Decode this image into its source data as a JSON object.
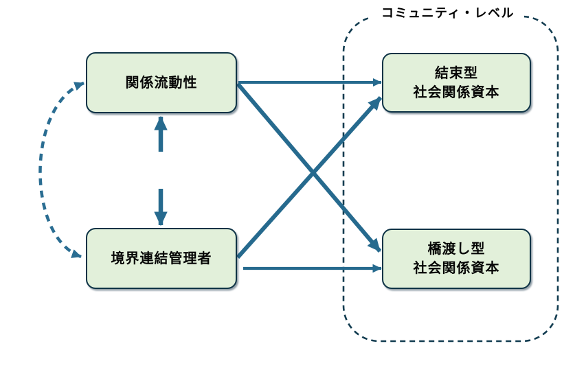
{
  "community": {
    "label": "コミュニティ・レベル"
  },
  "nodes": {
    "relational_mobility": {
      "label": "関係流動性"
    },
    "boundary_spanning_manager": {
      "label": "境界連結管理者"
    },
    "bonding_social_capital": {
      "line1": "結束型",
      "line2": "社会関係資本"
    },
    "bridging_social_capital": {
      "line1": "橋渡し型",
      "line2": "社会関係資本"
    }
  },
  "edges": [
    {
      "name": "relational-mobility-to-bonding-social-capital",
      "style": "solid-arrow"
    },
    {
      "name": "relational-mobility-to-bridging-social-capital",
      "style": "solid-arrow"
    },
    {
      "name": "boundary-spanning-manager-to-bonding-social-capital",
      "style": "solid-arrow"
    },
    {
      "name": "boundary-spanning-manager-to-bridging-social-capital",
      "style": "solid-arrow"
    },
    {
      "name": "boundary-spanning-manager-to-relational-mobility",
      "style": "solid-arrow-up"
    },
    {
      "name": "relational-mobility-to-boundary-spanning-manager",
      "style": "solid-arrow-down"
    },
    {
      "name": "relational-mobility-boundary-spanning-manager-feedback",
      "style": "dashed-double-headed-curve"
    },
    {
      "name": "community-level-boundary",
      "style": "dashed-rounded-rectangle"
    }
  ],
  "colors": {
    "background": "#ffffff",
    "node_fill": "#e2f0da",
    "node_border": "#0e3346",
    "arrow": "#266a8e",
    "dashed_curve": "#2a6d92",
    "dashed_boundary": "#123c50",
    "label_background": "#ffffff",
    "text": "#000000"
  }
}
